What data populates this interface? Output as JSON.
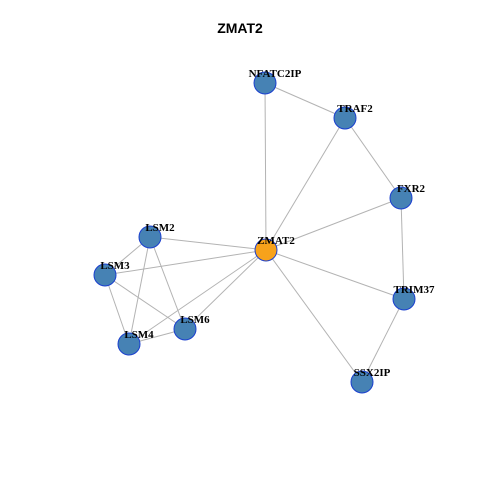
{
  "graph": {
    "title": "ZMAT2",
    "colors": {
      "center_node": "#F7A21B",
      "node": "#4682B4",
      "node_border": "#1A3FCF",
      "edge": "#B3B3B3"
    },
    "nodes": [
      {
        "id": "ZMAT2",
        "label": "ZMAT2",
        "role": "center"
      },
      {
        "id": "NFATC2IP",
        "label": "NFATC2IP",
        "role": "neighbor"
      },
      {
        "id": "TRAF2",
        "label": "TRAF2",
        "role": "neighbor"
      },
      {
        "id": "FXR2",
        "label": "FXR2",
        "role": "neighbor"
      },
      {
        "id": "TRIM37",
        "label": "TRIM37",
        "role": "neighbor"
      },
      {
        "id": "SSX2IP",
        "label": "SSX2IP",
        "role": "neighbor"
      },
      {
        "id": "LSM2",
        "label": "LSM2",
        "role": "neighbor"
      },
      {
        "id": "LSM3",
        "label": "LSM3",
        "role": "neighbor"
      },
      {
        "id": "LSM4",
        "label": "LSM4",
        "role": "neighbor"
      },
      {
        "id": "LSM6",
        "label": "LSM6",
        "role": "neighbor"
      }
    ],
    "edges": [
      [
        "NFATC2IP",
        "TRAF2"
      ],
      [
        "NFATC2IP",
        "ZMAT2"
      ],
      [
        "TRAF2",
        "ZMAT2"
      ],
      [
        "TRAF2",
        "FXR2"
      ],
      [
        "FXR2",
        "ZMAT2"
      ],
      [
        "FXR2",
        "TRIM37"
      ],
      [
        "ZMAT2",
        "TRIM37"
      ],
      [
        "ZMAT2",
        "SSX2IP"
      ],
      [
        "TRIM37",
        "SSX2IP"
      ],
      [
        "ZMAT2",
        "LSM2"
      ],
      [
        "ZMAT2",
        "LSM3"
      ],
      [
        "ZMAT2",
        "LSM4"
      ],
      [
        "ZMAT2",
        "LSM6"
      ],
      [
        "LSM2",
        "LSM3"
      ],
      [
        "LSM2",
        "LSM4"
      ],
      [
        "LSM2",
        "LSM6"
      ],
      [
        "LSM3",
        "LSM4"
      ],
      [
        "LSM3",
        "LSM6"
      ],
      [
        "LSM4",
        "LSM6"
      ]
    ]
  }
}
